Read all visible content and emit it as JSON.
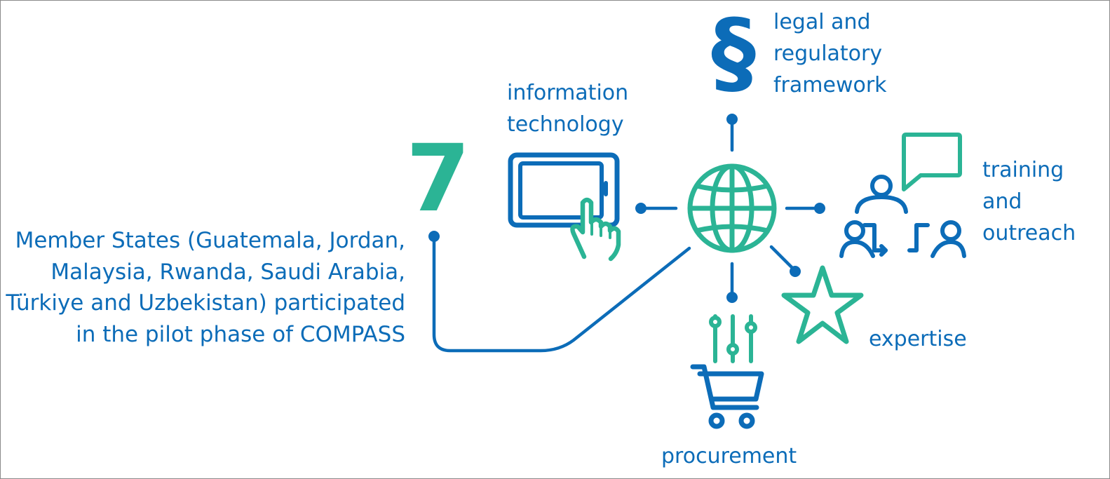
{
  "count": "7",
  "description": "Member States (Guatemala, Jordan,\nMalaysia, Rwanda, Saudi Arabia,\nTürkiye and Uzbekistan) participated\nin the pilot phase of COMPASS",
  "nodes": {
    "legal": {
      "label": "legal and\nregulatory\nframework",
      "icon": "section-sign-icon",
      "glyph": "§"
    },
    "it": {
      "label": "information\ntechnology",
      "icon": "tablet-touch-icon"
    },
    "training": {
      "label": "training\nand\noutreach",
      "icon": "group-chat-icon"
    },
    "expertise": {
      "label": "expertise",
      "icon": "star-icon"
    },
    "procurement": {
      "label": "procurement",
      "icon": "shopping-cart-sliders-icon"
    },
    "center": {
      "icon": "globe-icon"
    }
  },
  "colors": {
    "blue": "#0c6cb8",
    "teal": "#2bb495"
  }
}
